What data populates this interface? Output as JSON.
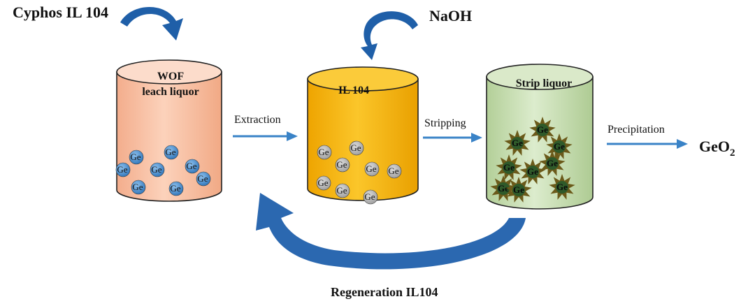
{
  "labels": {
    "cyphos": "Cyphos IL 104",
    "naoh": "NaOH",
    "wof_line1": "WOF",
    "wof_line2": "leach liquor",
    "il104": "IL 104",
    "strip": "Strip liquor",
    "extraction": "Extraction",
    "stripping": "Stripping",
    "precipitation": "Precipitation",
    "geo2_base": "GeO",
    "geo2_sub": "2",
    "regeneration": "Regeneration IL104"
  },
  "particle_label": "Ge",
  "colors": {
    "tank1_fill": "#f9c3a6",
    "tank1_top": "#fbd6c2",
    "tank2_fill": "#f5b50e",
    "tank2_top": "#fbcc3d",
    "tank3_fill": "#c5dcae",
    "tank3_top": "#d8e8c6",
    "blue_arrow": "#2f6fb7",
    "curve_arrow": "#1f5fa8",
    "ge_blue": "#4a8fd0",
    "ge_gray": "#b7b7b7",
    "star": "#6b5a1a",
    "star_core": "#2f5a2a"
  }
}
